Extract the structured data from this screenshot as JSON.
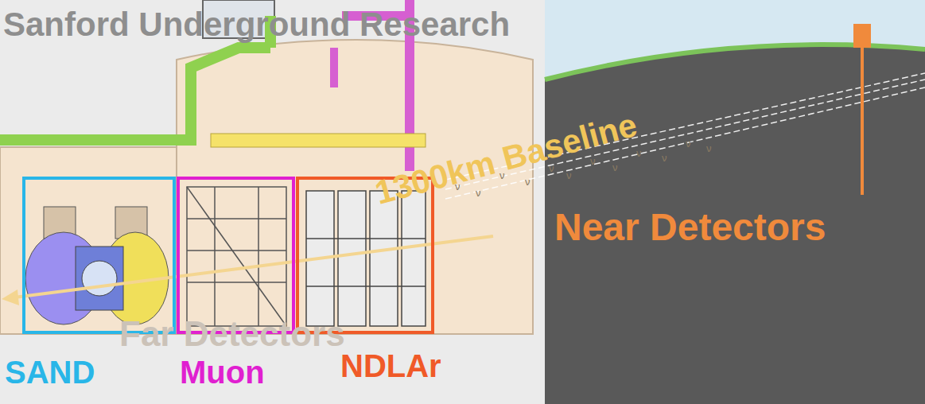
{
  "diagram": {
    "nodes": [
      {
        "text": [
          "SAND"
        ]
      },
      {
        "text": [
          "Muon"
        ]
      },
      {
        "text": [
          "NDLAr"
        ]
      }
    ],
    "labels": [
      "Sanford Underground Research",
      "1300km Baseline",
      "Far Detectors",
      "Near Detectors",
      "ν",
      "ν",
      "ν",
      "ν",
      "ν",
      "ν",
      "ν",
      "ν",
      "ν",
      "ν",
      "ν",
      "ν"
    ]
  }
}
